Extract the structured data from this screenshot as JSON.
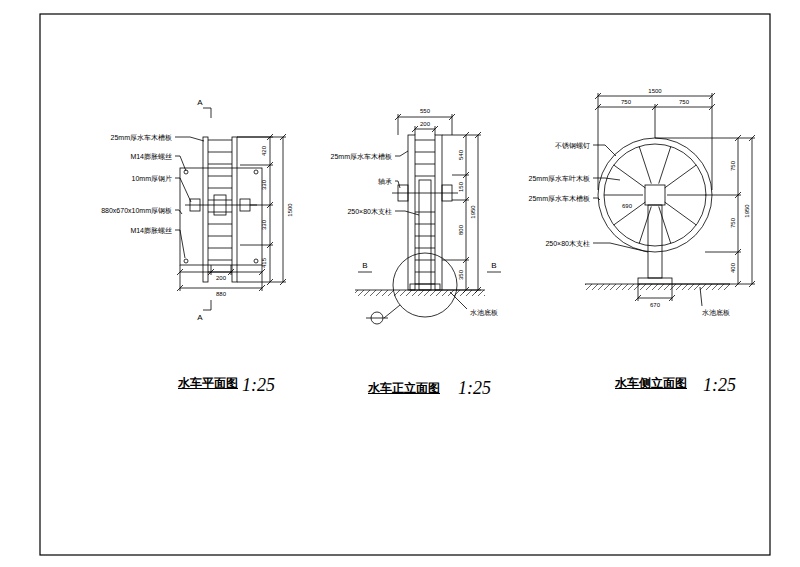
{
  "diagram": {
    "labels": [
      "A",
      "25mm厚水车木槽板",
      "M14膨胀螺丝",
      "10mm厚钢片",
      "880x670x10mm厚钢板",
      "M14膨胀螺丝",
      "420",
      "330",
      "330",
      "415",
      "1500",
      "200",
      "880",
      "A",
      "水车平面图",
      "1:25",
      "550",
      "200",
      "25mm厚水车木槽板",
      "轴承",
      "250×80木支柱",
      "540",
      "150",
      "800",
      "350",
      "1950",
      "B",
      "B",
      "水池底板",
      "水车正立面图",
      "1:25",
      "1500",
      "750",
      "750",
      "不锈钢螺钉",
      "25mm厚水车叶木板",
      "25mm厚水车木槽板",
      "250×80木支柱",
      "690",
      "750",
      "750",
      "400",
      "1950",
      "670",
      "水池底板",
      "水车侧立面图",
      "1:25"
    ]
  }
}
